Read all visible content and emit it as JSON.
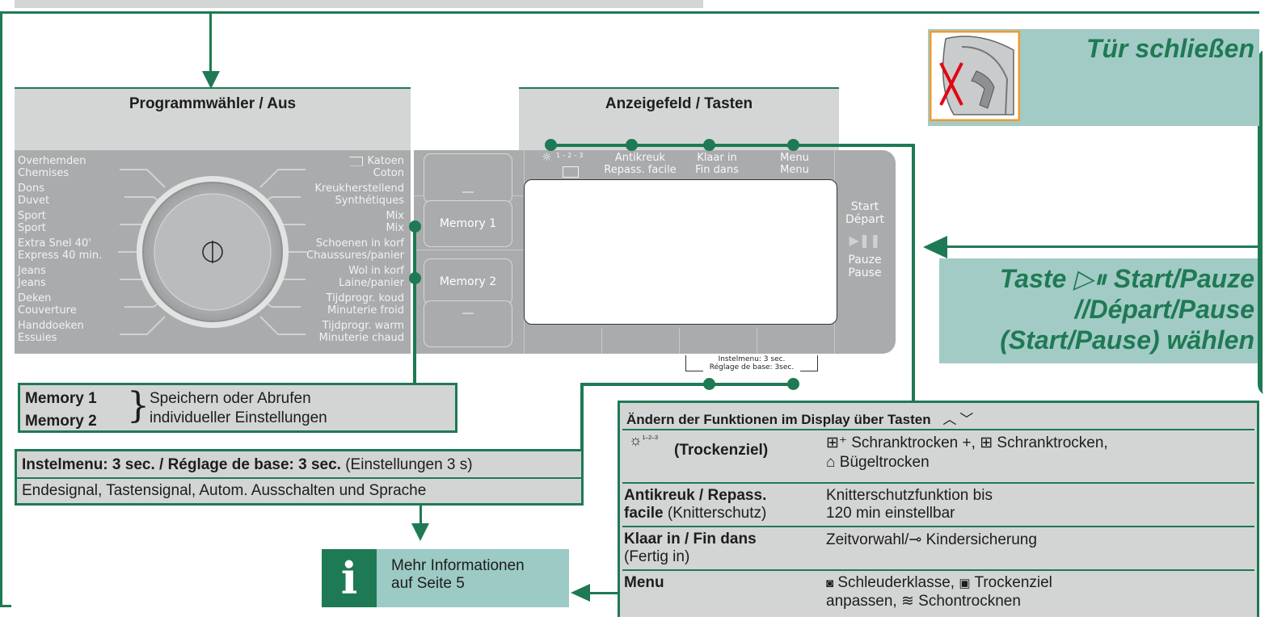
{
  "colors": {
    "green": "#1e7a54",
    "panel": "#a9abac",
    "header_bg": "#d4d6d6",
    "info_box": "#9ccac5",
    "door_box": "#a3cbc6",
    "orange": "#f39a2c"
  },
  "selector": {
    "title": "Programmwähler / Aus",
    "left_labels": [
      "Overhemden",
      "Chemises",
      "Dons",
      "Duvet",
      "Sport",
      "Sport",
      "Extra Snel 40'",
      "Express 40 min.",
      "Jeans",
      "Jeans",
      "Deken",
      "Couverture",
      "Handdoeken",
      "Essuies"
    ],
    "right_labels": [
      "Katoen",
      "Coton",
      "Kreukherstellend",
      "Synthétiques",
      "Mix",
      "Mix",
      "Schoenen in korf",
      "Chaussures/panier",
      "Wol in korf",
      "Laine/panier",
      "Tijdprogr. koud",
      "Minuterie froid",
      "Tijdprogr. warm",
      "Minuterie chaud"
    ]
  },
  "display": {
    "title": "Anzeigefeld / Tasten",
    "memory1": "Memory 1",
    "memory2": "Memory 2",
    "col_dryness_scale": "1 – 2 – 3",
    "col_anti_crease": [
      "Antikreuk",
      "Repass. facile"
    ],
    "col_ready_in": [
      "Klaar in",
      "Fin dans"
    ],
    "col_menu": [
      "Menu",
      "Menu"
    ],
    "start_label": [
      "Start",
      "Départ"
    ],
    "pause_label": [
      "Pauze",
      "Pause"
    ],
    "basic_settings": [
      "Instelmenu: 3 sec.",
      "Réglage de base: 3sec."
    ]
  },
  "door": {
    "title": "Tür schließen"
  },
  "start_pause": {
    "line1_prefix": "Taste",
    "line1_suffix": "Start/Pauze",
    "line2": "//Départ/Pause",
    "line3": "(Start/Pause) wählen"
  },
  "memory_box": {
    "label1": "Memory 1",
    "label2": "Memory 2",
    "text1": "Speichern oder Abrufen",
    "text2": "individueller Einstellungen"
  },
  "settings_box": {
    "title_bold": "Instelmenu: 3 sec. / Réglage de base: 3 sec.",
    "title_rest": "(Einstellungen 3 s)",
    "body": "Endesignal, Tastensignal, Autom. Ausschalten und Sprache"
  },
  "info": {
    "line1": "Mehr Informationen",
    "line2": "auf Seite 5"
  },
  "functions_table": {
    "title": "Ändern der Funktionen im Display über Tasten",
    "rows": [
      {
        "name_bold": "(Trockenziel)",
        "name_rest": "",
        "desc1": "Schranktrocken +,",
        "desc1b": "Schranktrocken,",
        "desc2": "Bügeltrocken"
      },
      {
        "name_bold": "Antikreuk / Repass.",
        "name_bold2": "facile",
        "name_rest": "(Knitterschutz)",
        "desc1": "Knitterschutzfunktion bis",
        "desc2": "120 min einstellbar"
      },
      {
        "name_bold": "Klaar in / Fin dans",
        "name_rest": "(Fertig in)",
        "desc1": "Zeitvorwahl/",
        "desc1b": "Kindersicherung"
      },
      {
        "name_bold": "Menu",
        "desc1": "Schleuderklasse,",
        "desc1b": "Trockenziel",
        "desc2a": "anpassen,",
        "desc2b": "Schontrocknen"
      }
    ]
  }
}
